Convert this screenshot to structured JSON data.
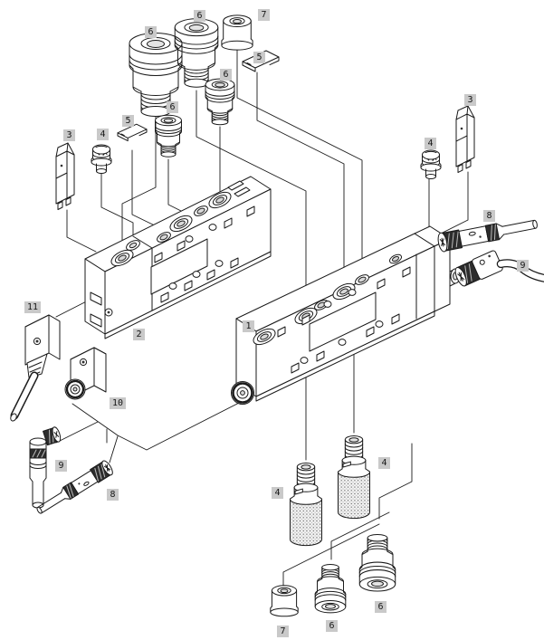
{
  "labels": [
    {
      "text": "6"
    },
    {
      "text": "6"
    },
    {
      "text": "7"
    },
    {
      "text": "5"
    },
    {
      "text": "6"
    },
    {
      "text": "6"
    },
    {
      "text": "5"
    },
    {
      "text": "3"
    },
    {
      "text": "4"
    },
    {
      "text": "3"
    },
    {
      "text": "4"
    },
    {
      "text": "8"
    },
    {
      "text": "9"
    },
    {
      "text": "11"
    },
    {
      "text": "2"
    },
    {
      "text": "1"
    },
    {
      "text": "10"
    },
    {
      "text": "9"
    },
    {
      "text": "8"
    },
    {
      "text": "4"
    },
    {
      "text": "4"
    },
    {
      "text": "6"
    },
    {
      "text": "6"
    },
    {
      "text": "7"
    }
  ],
  "colors": {
    "line": "#1a1a1a",
    "label_bg": "#c9c9c9",
    "label_text": "#161616",
    "background": "#ffffff"
  }
}
